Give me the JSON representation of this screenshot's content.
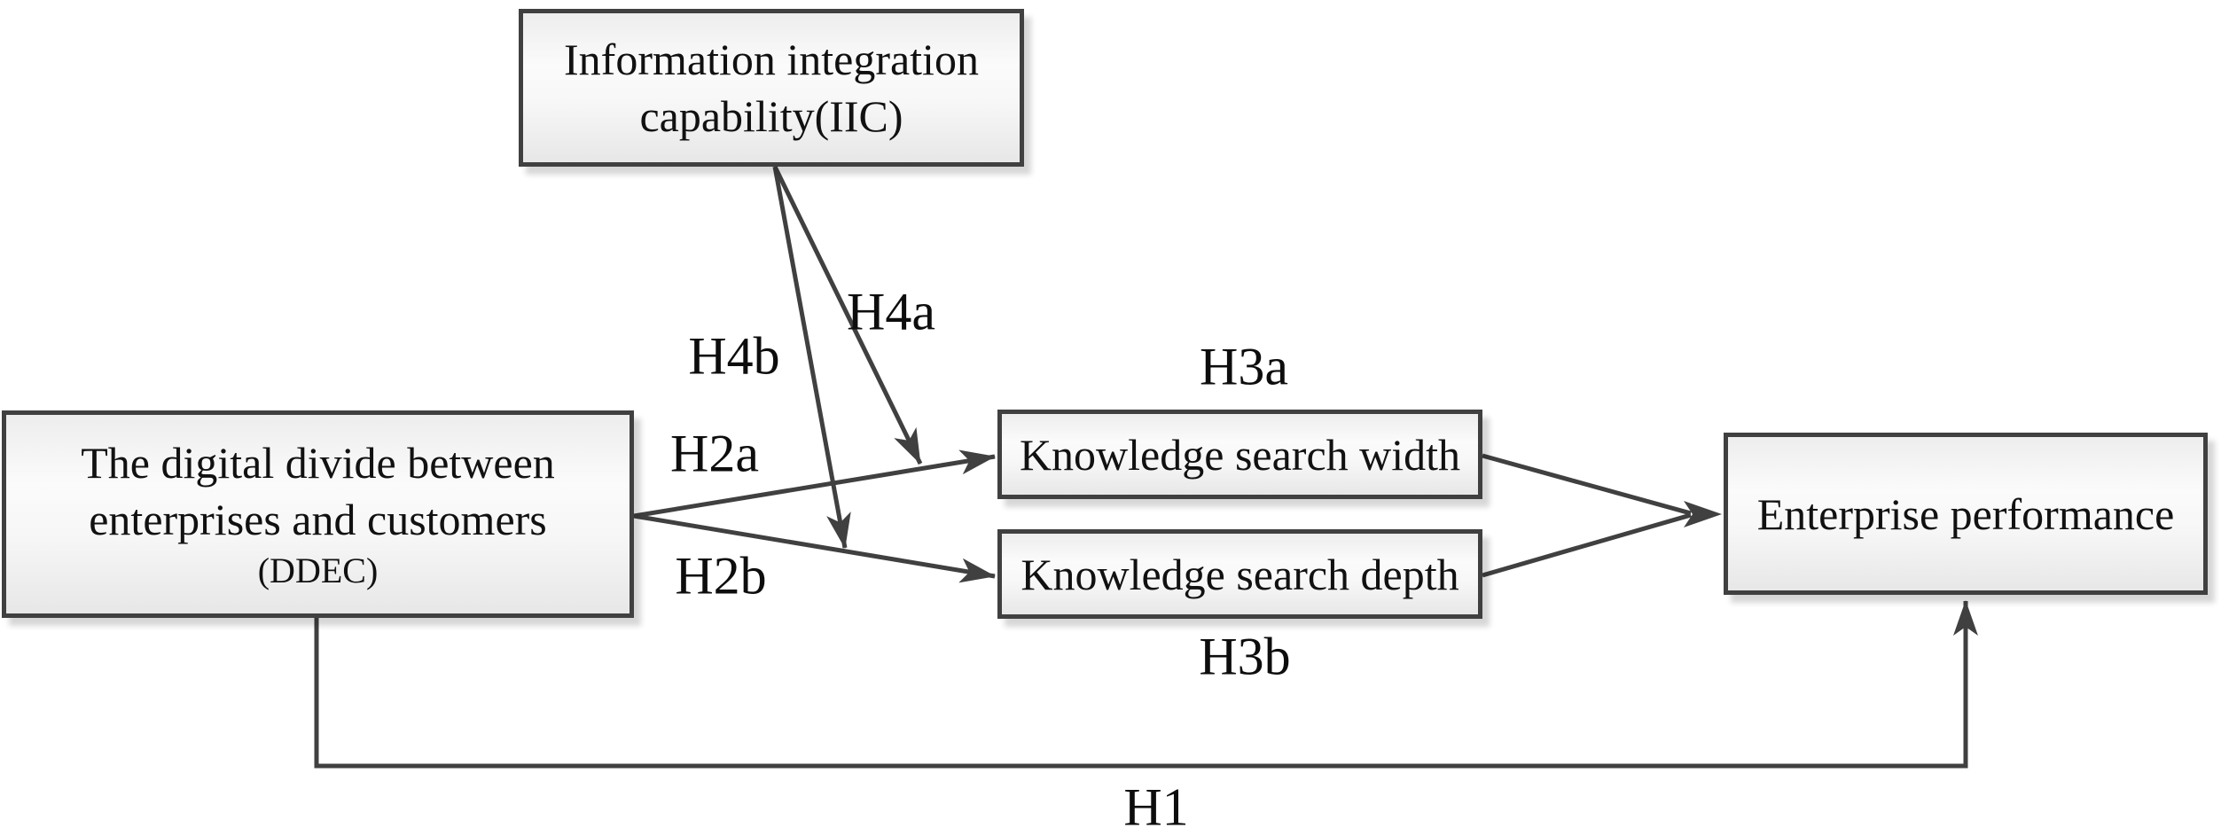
{
  "boxes": {
    "iic": {
      "line1": "Information integration",
      "line2": "capability(IIC)"
    },
    "ddec": {
      "line1": "The digital divide between",
      "line2": "enterprises and customers",
      "line3": "(DDEC)"
    },
    "ksw": {
      "label": "Knowledge search width"
    },
    "ksd": {
      "label": "Knowledge search depth"
    },
    "ep": {
      "label": "Enterprise performance"
    }
  },
  "hypotheses": {
    "h1": "H1",
    "h2a": "H2a",
    "h2b": "H2b",
    "h3a": "H3a",
    "h3b": "H3b",
    "h4a": "H4a",
    "h4b": "H4b"
  },
  "edges": [
    {
      "from": "ddec",
      "to": "ksw",
      "label": "H2a"
    },
    {
      "from": "ddec",
      "to": "ksd",
      "label": "H2b"
    },
    {
      "from": "ksw",
      "to": "ep",
      "label": "H3a"
    },
    {
      "from": "ksd",
      "to": "ep",
      "label": "H3b"
    },
    {
      "from": "iic",
      "to": "edge-ddec-ksw",
      "label": "H4a"
    },
    {
      "from": "iic",
      "to": "edge-ddec-ksd",
      "label": "H4b"
    },
    {
      "from": "ddec",
      "to": "ep",
      "label": "H1"
    }
  ],
  "colors": {
    "line": "#404040",
    "box_border": "#404040",
    "box_fill_light": "#fbfbfb",
    "box_fill_dark": "#e7e7e7",
    "text": "#111111",
    "background": "#ffffff"
  }
}
